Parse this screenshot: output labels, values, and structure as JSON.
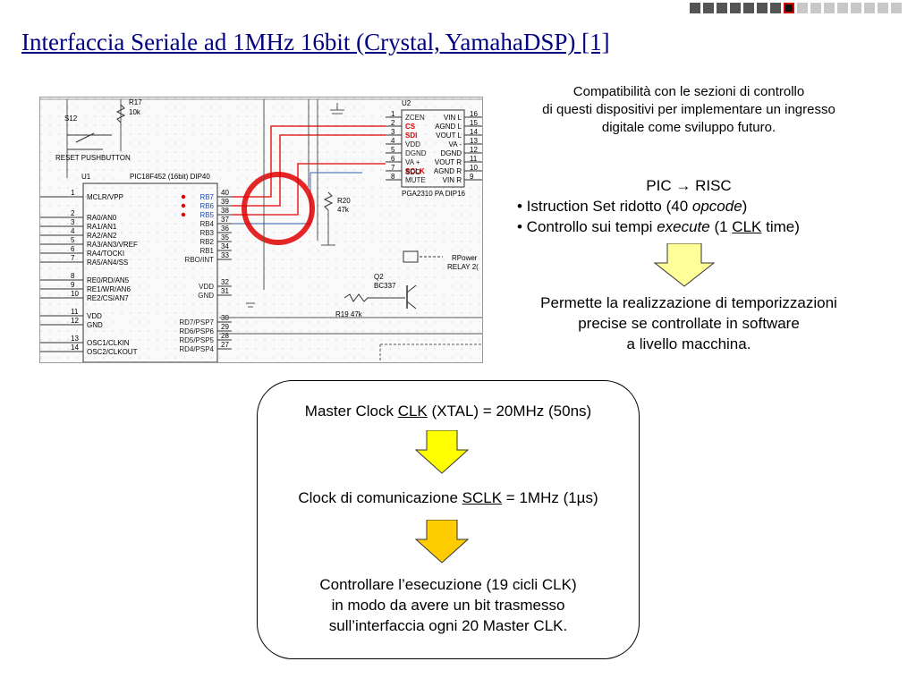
{
  "nav": {
    "squares_before": 7,
    "current_index": 7,
    "squares_after": 8
  },
  "title": "Interfaccia Seriale ad 1MHz 16bit (Crystal, YamahaDSP)  [1]",
  "schematic": {
    "r17": "R17",
    "r17_val": "10k",
    "s12": "S12",
    "reset": "RESET PUSHBUTTON",
    "u1": "U1",
    "u1_part": "PIC18F452 (16bit) DIP40",
    "u1_left_pins": [
      {
        "n": "1",
        "l": "MCLR/VPP"
      },
      {
        "n": "2",
        "l": "RA0/AN0"
      },
      {
        "n": "3",
        "l": "RA1/AN1"
      },
      {
        "n": "4",
        "l": "RA2/AN2"
      },
      {
        "n": "5",
        "l": "RA3/AN3/VREF"
      },
      {
        "n": "6",
        "l": "RA4/TOCKI"
      },
      {
        "n": "7",
        "l": "RA5/AN4/SS"
      },
      {
        "n": "8",
        "l": "RE0/RD/AN5"
      },
      {
        "n": "9",
        "l": "RE1/WR/AN6"
      },
      {
        "n": "10",
        "l": "RE2/CS/AN7"
      },
      {
        "n": "11",
        "l": "VDD"
      },
      {
        "n": "12",
        "l": "GND"
      },
      {
        "n": "13",
        "l": "OSC1/CLKIN"
      },
      {
        "n": "14",
        "l": "OSC2/CLKOUT"
      }
    ],
    "u1_right_pins": [
      {
        "n": "40",
        "l": "RB7"
      },
      {
        "n": "39",
        "l": "RB6"
      },
      {
        "n": "38",
        "l": "RB5"
      },
      {
        "n": "37",
        "l": "RB4"
      },
      {
        "n": "36",
        "l": "RB3"
      },
      {
        "n": "35",
        "l": "RB2"
      },
      {
        "n": "34",
        "l": "RB1"
      },
      {
        "n": "33",
        "l": "RBO/INT"
      },
      {
        "n": "32",
        "l": "VDD"
      },
      {
        "n": "31",
        "l": "GND"
      },
      {
        "n": "30",
        "l": "RD7/PSP7"
      },
      {
        "n": "29",
        "l": "RD6/PSP6"
      },
      {
        "n": "28",
        "l": "RD5/PSP5"
      },
      {
        "n": "27",
        "l": "RD4/PSP4"
      }
    ],
    "u2": "U2",
    "u2_part": "PGA2310 PA DIP16",
    "u2_left_pins": [
      {
        "n": "1",
        "l": "ZCEN"
      },
      {
        "n": "2",
        "l": "CS"
      },
      {
        "n": "3",
        "l": "SDI"
      },
      {
        "n": "4",
        "l": "VDD"
      },
      {
        "n": "5",
        "l": "DGND"
      },
      {
        "n": "6",
        "l": "VA +"
      },
      {
        "n": "7",
        "l": "SCLK"
      },
      {
        "n": "8",
        "l": "MUTE"
      }
    ],
    "u2_right_pins": [
      {
        "n": "16",
        "l": "VIN L"
      },
      {
        "n": "15",
        "l": "AGND L"
      },
      {
        "n": "14",
        "l": "VOUT L"
      },
      {
        "n": "13",
        "l": "VA -"
      },
      {
        "n": "12",
        "l": "DGND"
      },
      {
        "n": "11",
        "l": "VOUT R"
      },
      {
        "n": "10",
        "l": "AGND R"
      },
      {
        "n": "9",
        "l": "VIN R"
      }
    ],
    "sdo": "SDO",
    "r20": "R20",
    "r20_val": "47k",
    "q2": "Q2",
    "q2_part": "BC337",
    "r19": "R19  47k",
    "rpower": "RPower",
    "relay": "RELAY 2("
  },
  "note": [
    "Compatibilità con le sezioni di controllo",
    "di questi dispositivi per implementare un ingresso",
    "digitale come sviluppo futuro."
  ],
  "pic": {
    "head_a": "PIC",
    "head_arrow": "→",
    "head_b": "RISC",
    "b1_pre": "• Istruction Set ridotto (40 ",
    "b1_em": "opcode",
    "b1_post": ")",
    "b2_pre": "• Controllo sui tempi ",
    "b2_em": "execute",
    "b2_mid": " (1 ",
    "b2_u": "CLK",
    "b2_post": " time)"
  },
  "permette": [
    "Permette la realizzazione di temporizzazioni",
    "precise se controllate in software",
    "a livello macchina."
  ],
  "box": {
    "l1_pre": "Master Clock ",
    "l1_u": "CLK",
    "l1_post": "  (XTAL) = 20MHz (50ns)",
    "l2_pre": "Clock di comunicazione ",
    "l2_u": "SCLK",
    "l2_post": " = 1MHz (1µs)",
    "l3": [
      "Controllare l’esecuzione (19 cicli  CLK)",
      "in modo da avere un bit trasmesso",
      "sull’interfaccia ogni 20 Master CLK."
    ]
  },
  "colors": {
    "title": "#000080",
    "arrow_light": "#ffff99",
    "arrow_yellow": "#ffff00",
    "arrow_orange": "#ffcc00",
    "highlight": "#e00000"
  }
}
